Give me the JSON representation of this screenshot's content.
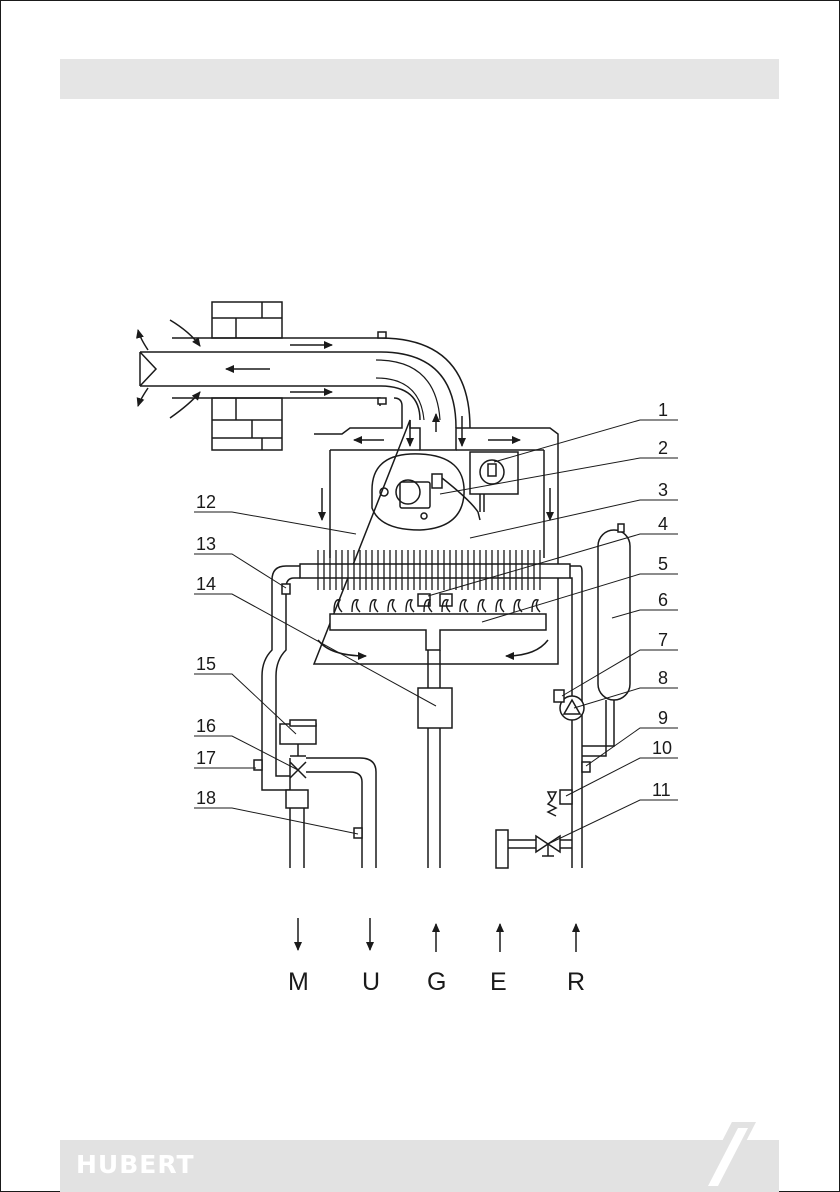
{
  "footer": {
    "brand": "HUBERT"
  },
  "diagram": {
    "callouts": [
      "1",
      "2",
      "3",
      "4",
      "5",
      "6",
      "7",
      "8",
      "9",
      "10",
      "11",
      "12",
      "13",
      "14",
      "15",
      "16",
      "17",
      "18"
    ],
    "connections": [
      "M",
      "U",
      "G",
      "E",
      "R"
    ],
    "connection_arrows": [
      "down",
      "down",
      "up",
      "up",
      "up"
    ]
  },
  "colors": {
    "line": "#1a1a1a",
    "header_bar": "#e5e5e5",
    "footer_bar": "#e2e2e2",
    "brand_text": "#ffffff"
  }
}
